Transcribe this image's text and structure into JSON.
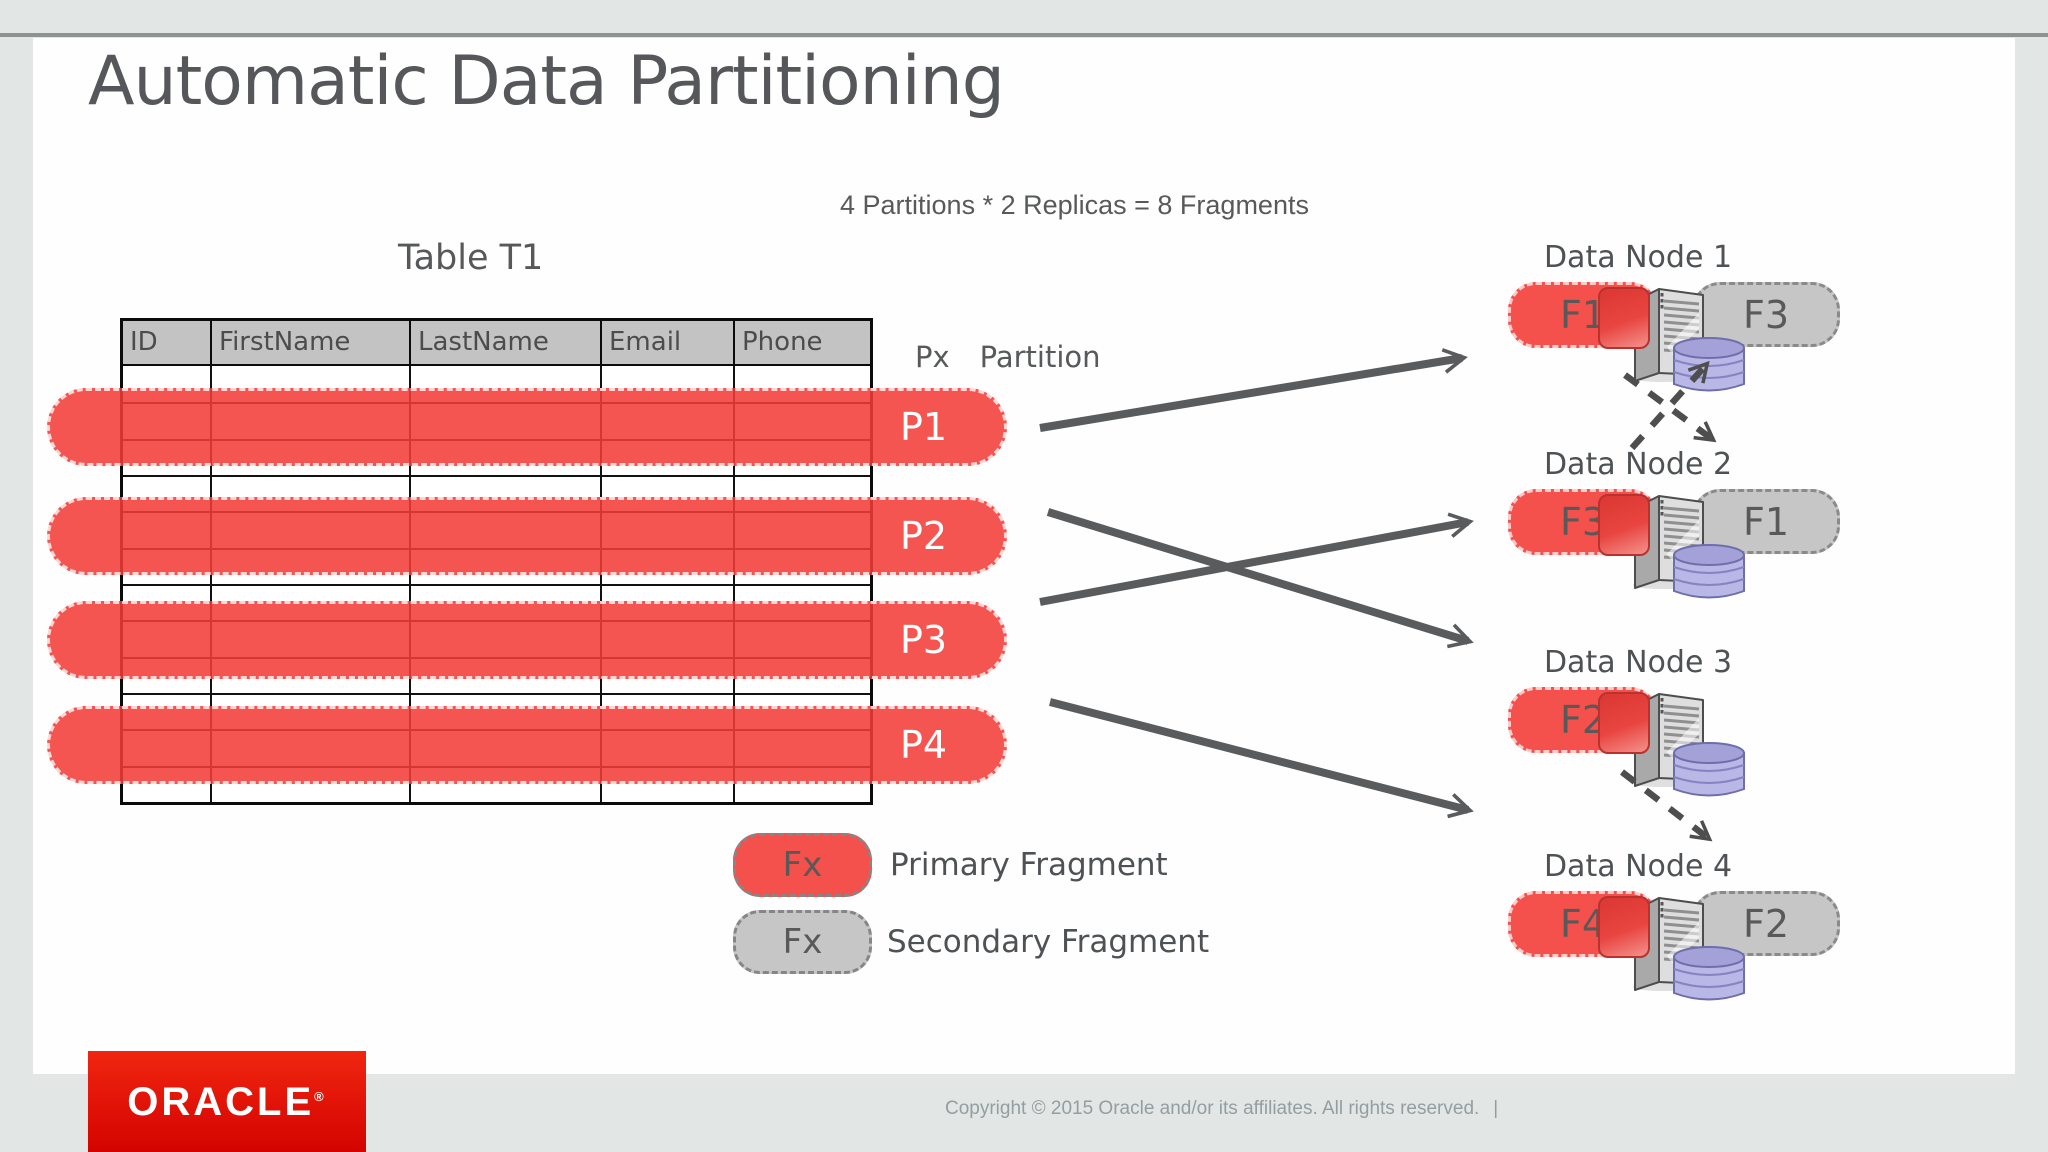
{
  "slide": {
    "title": "Automatic Data Partitioning",
    "formula": "4 Partitions * 2 Replicas = 8 Fragments",
    "table": {
      "caption": "Table T1",
      "headers": [
        "ID",
        "FirstName",
        "LastName",
        "Email",
        "Phone"
      ]
    },
    "partition_key": {
      "symbol": "Px",
      "label": "Partition"
    },
    "partitions": [
      {
        "label": "P1"
      },
      {
        "label": "P2"
      },
      {
        "label": "P3"
      },
      {
        "label": "P4"
      }
    ],
    "nodes": [
      {
        "label": "Data Node 1",
        "primary": "F1",
        "secondary": "F3"
      },
      {
        "label": "Data Node 2",
        "primary": "F3",
        "secondary": "F1"
      },
      {
        "label": "Data Node 3",
        "primary": "F2"
      },
      {
        "label": "Data Node 4",
        "primary": "F4",
        "secondary": "F2"
      }
    ],
    "legend": {
      "primary": {
        "swatch": "Fx",
        "label": "Primary Fragment"
      },
      "secondary": {
        "swatch": "Fx",
        "label": "Secondary Fragment"
      }
    }
  },
  "footer": {
    "logo_text": "ORACLE",
    "registered_mark": "®",
    "copyright": "Copyright © 2015 Oracle and/or its affiliates. All rights reserved.",
    "separator": "|"
  },
  "colors": {
    "primary_red": "#f4504c",
    "secondary_gray": "#c6c6c6",
    "arrow_gray": "#595b5d",
    "oracle_red": "#e21b00",
    "header_gray": "#c3c3c3"
  }
}
